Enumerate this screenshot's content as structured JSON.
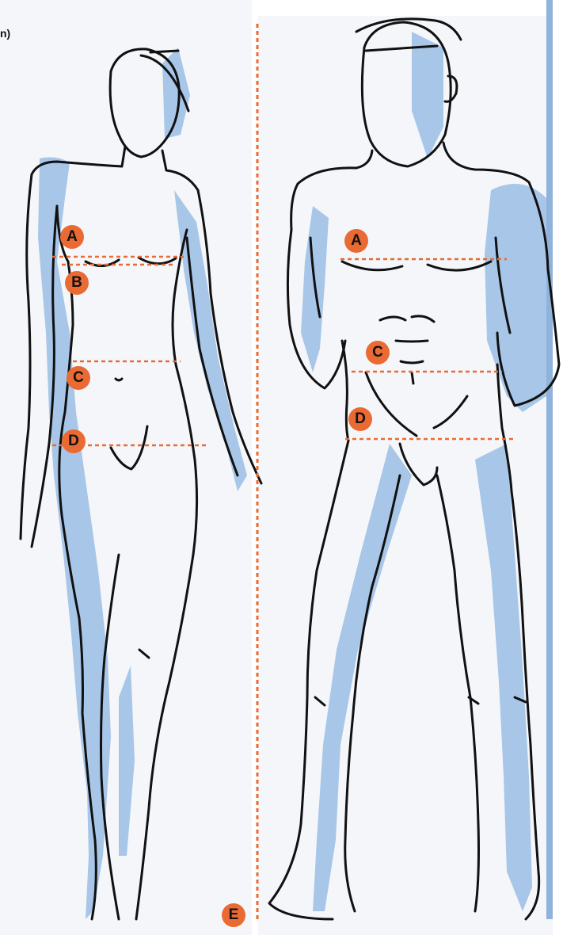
{
  "diagram": {
    "corner_label": "n)",
    "colors": {
      "accent": "#ea6a33",
      "body_shade": "#a8c6e8",
      "outline": "#111111",
      "paper": "#f4f6fa",
      "edge_bar": "#8fb3db"
    },
    "female": {
      "markers": {
        "a": "A",
        "b": "B",
        "c": "C",
        "d": "D"
      }
    },
    "male": {
      "markers": {
        "a": "A",
        "c": "C",
        "d": "D"
      }
    },
    "height_marker": "E"
  }
}
